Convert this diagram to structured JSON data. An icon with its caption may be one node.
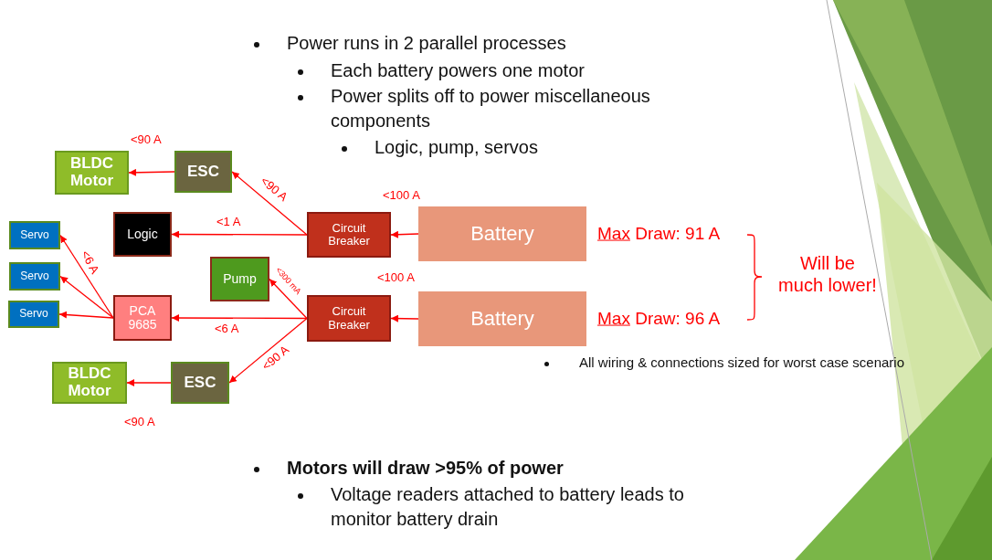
{
  "diagram": {
    "nodes": [
      {
        "text": [
          "BLDC Motor"
        ]
      },
      {
        "text": [
          "ESC"
        ]
      },
      {
        "text": [
          "Servo"
        ]
      },
      {
        "text": [
          "Logic"
        ]
      },
      {
        "text": [
          "Circuit Breaker"
        ]
      },
      {
        "text": [
          "Battery"
        ],
        "beside": [
          "Max Draw: 91 A"
        ]
      },
      {
        "text": [
          "Pump"
        ]
      },
      {
        "text": [
          "Servo"
        ]
      },
      {
        "text": [
          "Servo"
        ]
      },
      {
        "text": [
          "PCA 9685"
        ]
      },
      {
        "text": [
          "Circuit Breaker"
        ]
      },
      {
        "text": [
          "Battery"
        ],
        "beside": [
          "Max Draw: 96 A"
        ]
      },
      {
        "text": [
          "BLDC Motor"
        ]
      },
      {
        "text": [
          "ESC"
        ]
      }
    ],
    "edges": [
      {
        "from": 5,
        "to": 4,
        "arrow": "to",
        "label": "<100 A"
      },
      {
        "from": 4,
        "to": 1,
        "arrow": "to",
        "label": "<90 A"
      },
      {
        "from": 1,
        "to": 0,
        "arrow": "to",
        "label": "<90 A"
      },
      {
        "from": 4,
        "to": 3,
        "arrow": "to",
        "label": "<1 A"
      },
      {
        "from": 11,
        "to": 10,
        "arrow": "to",
        "label": "<100 A"
      },
      {
        "from": 10,
        "to": 6,
        "arrow": "to",
        "label": "<300 mA"
      },
      {
        "from": 10,
        "to": 9,
        "arrow": "to",
        "label": "<6 A"
      },
      {
        "from": 10,
        "to": 13,
        "arrow": "to",
        "label": "<90 A"
      },
      {
        "from": 13,
        "to": 12,
        "arrow": "to",
        "label": "<90 A"
      },
      {
        "from": 9,
        "to": 2,
        "arrow": "to",
        "label": "<6 A"
      },
      {
        "from": 9,
        "to": 7,
        "arrow": "to"
      },
      {
        "from": 9,
        "to": 8,
        "arrow": "to"
      }
    ],
    "labels": [
      "Power runs in 2 parallel processes",
      "Each battery powers one motor",
      "Power splits off to power miscellaneous components",
      "Logic, pump, servos",
      "Will be much lower!",
      "All wiring & connections sized for worst case scenario",
      "Motors will draw >95% of power",
      "Voltage readers attached to battery leads to monitor battery drain"
    ]
  }
}
